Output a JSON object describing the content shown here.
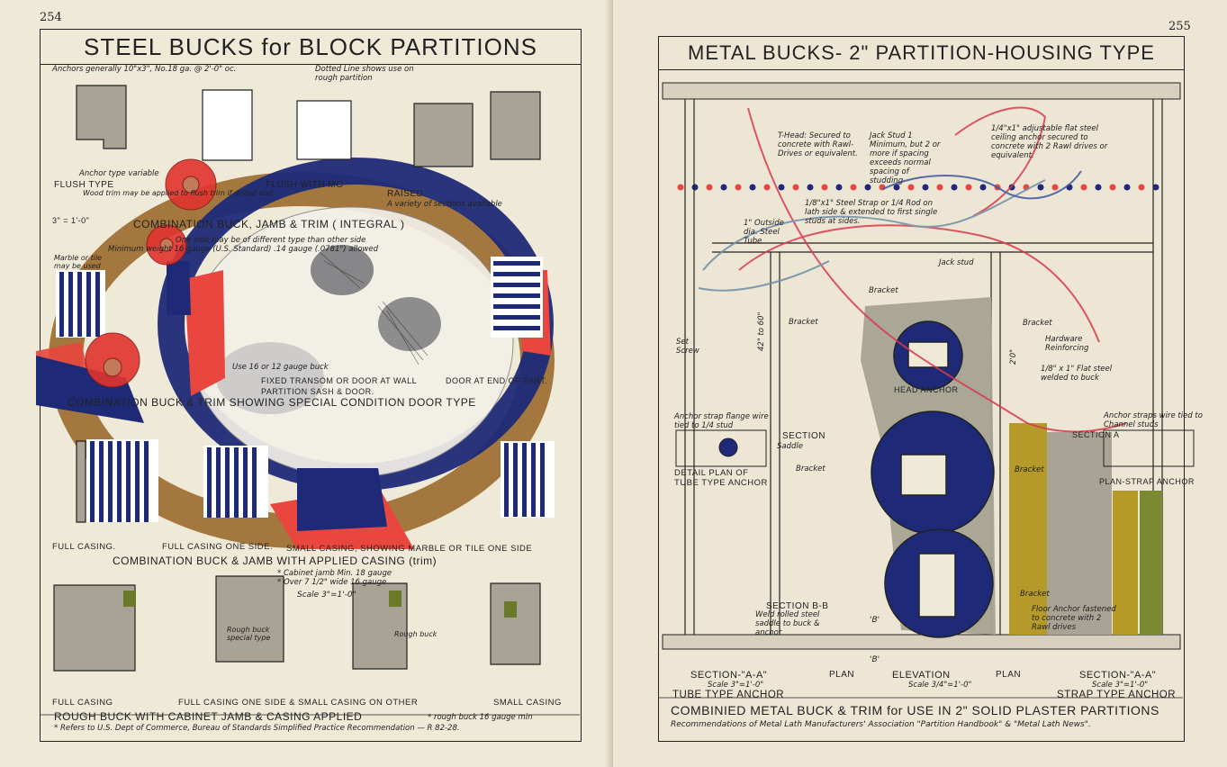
{
  "left_page": {
    "page_number": "254",
    "title": "STEEL BUCKS for BLOCK PARTITIONS",
    "notes": {
      "anchors": "Anchors generally 10\"x3\", No.18 ga. @ 2'-0\" oc.",
      "dotted_line": "Dotted Line shows use on rough partition",
      "anchor_type": "Anchor type variable",
      "flush_type": "FLUSH TYPE",
      "wood_trim": "Wood trim may be applied to flush trim if drilled and",
      "flush_with": "FLUSH WITH MO",
      "raised": "RAISED",
      "variety": "A variety of sections available",
      "scale1": "3\" = 1'-0\"",
      "combination": "COMBINATION BUCK, JAMB & TRIM ( INTEGRAL )",
      "one_side": "One side may be of different type than other side",
      "minimum": "Minimum weight 16 gauge (U.S. Standard) .14 gauge (.0781\") allowed",
      "marble": "Marble or tile may be used",
      "use_16": "Use 16 or 12 gauge buck",
      "fixed": "FIXED TRANSOM OR DOOR AT WALL",
      "partition_sash": "PARTITION SASH & DOOR.",
      "door_at_end": "DOOR AT END OF PART.",
      "special": "COMBINATION BUCK & TRIM SHOWING SPECIAL CONDITION DOOR TYPE",
      "full_casing": "FULL CASING.",
      "full_casing_one": "FULL CASING ONE SIDE.",
      "small_casing": "SMALL CASING, SHOWING MARBLE OR TILE ONE SIDE",
      "applied": "COMBINATION BUCK & JAMB WITH APPLIED CASING (trim)",
      "cabinet_jamb": "* Cabinet jamb Min. 18 gauge",
      "over_7": "* Over 7 1/2\" wide 16 gauge",
      "scale2": "Scale 3\"=1'-0\"",
      "rough_buck_special": "Rough buck special type",
      "rough_buck": "Rough buck",
      "full_casing2": "FULL CASING",
      "full_casing_one2": "FULL CASING ONE SIDE & SMALL CASING ON OTHER",
      "small_casing2": "SMALL CASING",
      "bottom_title": "ROUGH BUCK WITH CABINET JAMB & CASING APPLIED",
      "rough_gauge": "* rough buck 16 gauge min",
      "refers": "* Refers to U.S. Dept of Commerce, Bureau of Standards Simplified Practice Recommendation — R 82-28."
    }
  },
  "right_page": {
    "page_number": "255",
    "title": "METAL BUCKS- 2\" PARTITION-HOUSING TYPE",
    "notes": {
      "t_head": "T-Head: Secured to concrete with Rawl-Drives or equivalent.",
      "jack_stud_note": "Jack Stud 1 Minimum, but 2 or more if spacing exceeds normal spacing of studding",
      "adjustable": "1/4\"x1\" adjustable flat steel ceiling anchor secured to concrete with 2 Rawl drives or equivalent.",
      "steel_strap": "1/8\"x1\" Steel Strap or 1/4 Rod on lath side & extended to first single studs at sides.",
      "outside_dia": "1\" Outside dia. Steel Tube",
      "jack_stud": "Jack stud",
      "bracket": "Bracket",
      "set_screw": "Set Screw",
      "dim_42": "42\" to 60\"",
      "dim_20": "2'0\"",
      "hardware": "Hardware Reinforcing",
      "flat_steel": "1/8\" x 1\" Flat steel welded to buck",
      "head_anchor": "HEAD ANCHOR",
      "anchor_strap_flange": "Anchor strap flange wire tied to 1/4 stud",
      "section_a": "SECTION",
      "saddle": "Saddle",
      "detail_plan": "DETAIL PLAN OF TUBE TYPE ANCHOR",
      "anchor_straps_wire": "Anchor straps wire tied to Channel studs",
      "section_a2": "SECTION A",
      "plan_strap": "PLAN-STRAP ANCHOR",
      "floor_anchor": "Floor Anchor fastened to concrete with 2 Rawl drives",
      "section_bb": "SECTION B-B",
      "weld": "Weld rolled steel saddle to buck & anchor",
      "b_label": "'B'",
      "section_aa": "SECTION-\"A-A\"",
      "scale_3": "Scale 3\"=1'-0\"",
      "plan": "PLAN",
      "elevation": "ELEVATION",
      "scale_34": "Scale 3/4\"=1'-0\"",
      "tube_type": "TUBE TYPE ANCHOR",
      "strap_type": "STRAP TYPE ANCHOR",
      "bottom_title": "COMBINIED METAL BUCK & TRIM for USE IN 2\" SOLID PLASTER PARTITIONS",
      "recommendations": "Recommendations of Metal Lath Manufacturers' Association \"Partition Handbook\" & \"Metal Lath News\"."
    }
  },
  "colors": {
    "ink": "#222222",
    "navy": "#1e2a78",
    "red": "#e8463e",
    "brown": "#9a6a2c",
    "olive": "#b59a2a",
    "gray": "#a8a394",
    "paper": "#efe9d8"
  }
}
